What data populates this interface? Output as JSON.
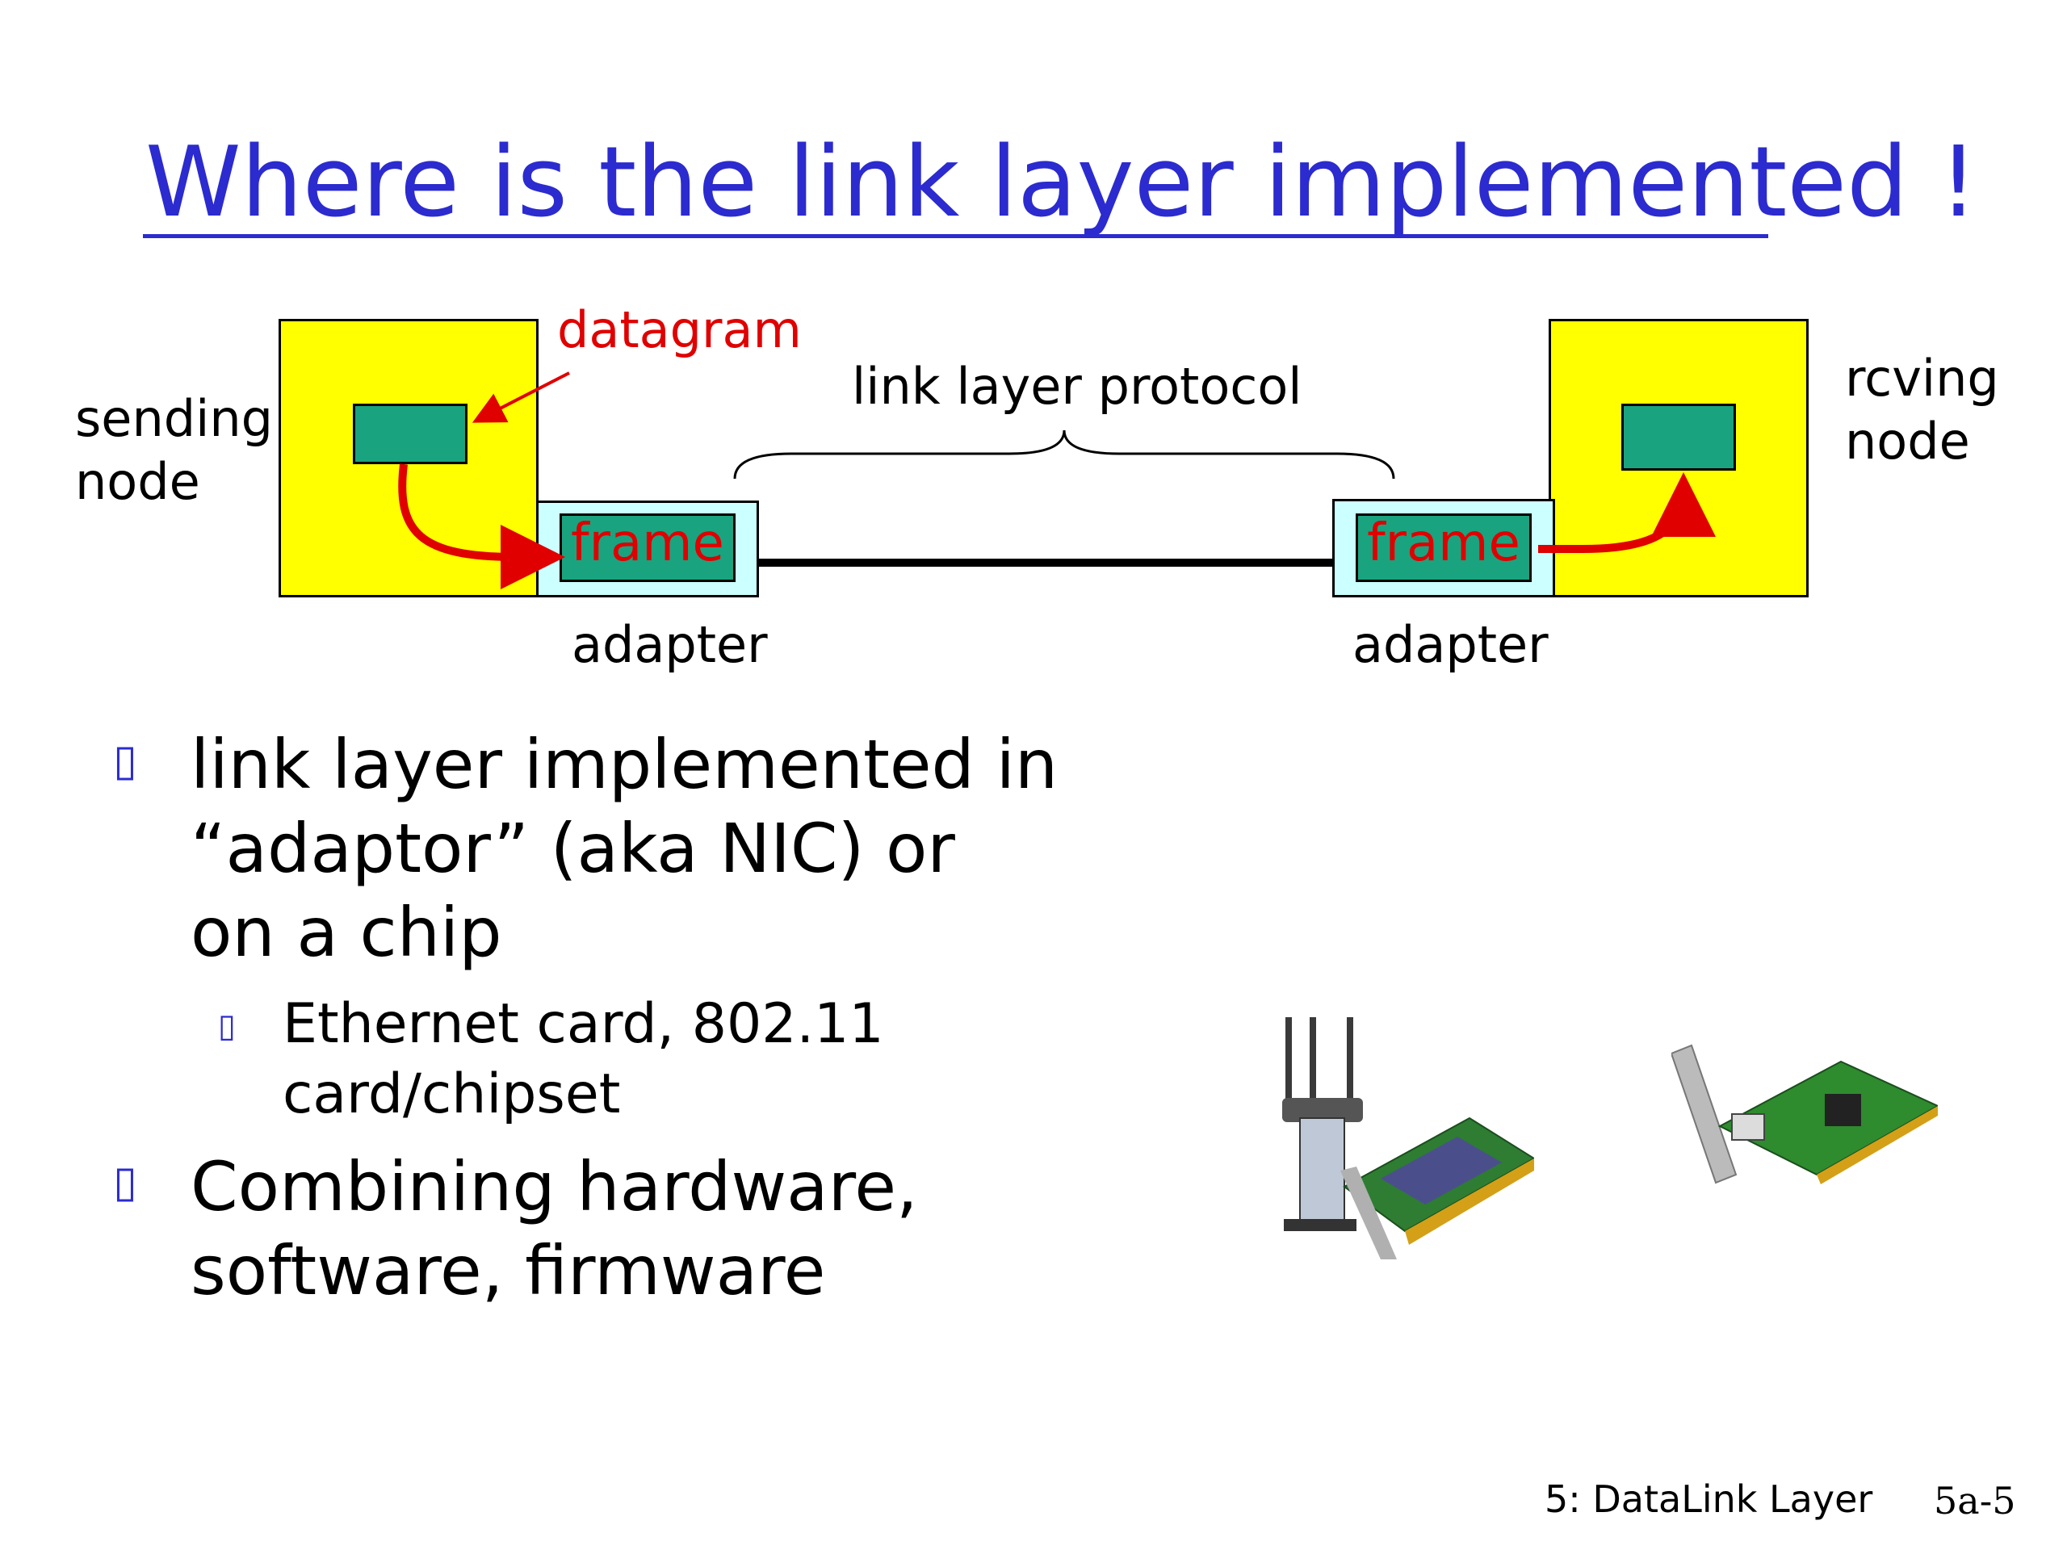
{
  "slide": {
    "title": "Where is the link layer implemented !",
    "diagram": {
      "sending_node_label_line1": "sending",
      "sending_node_label_line2": "node",
      "receiving_node_label_line1": "rcving",
      "receiving_node_label_line2": "node",
      "datagram_label": "datagram",
      "protocol_label": "link layer protocol",
      "frame_label_left": "frame",
      "frame_label_right": "frame",
      "adapter_label_left": "adapter",
      "adapter_label_right": "adapter"
    },
    "bullets": [
      {
        "lines": [
          "link layer implemented in",
          "“adaptor” (aka NIC) or",
          "on a chip"
        ],
        "sub": [
          {
            "lines": [
              "Ethernet card, 802.11",
              "card/chipset"
            ]
          }
        ]
      },
      {
        "lines": [
          "Combining hardware,",
          "software, firmware"
        ]
      }
    ],
    "bullet_glyph": "▯",
    "footer": {
      "chapter": "5: DataLink Layer",
      "page": "5a-5"
    },
    "colors": {
      "title": "#2b2bcf",
      "node_fill": "#ffff00",
      "adapter_fill": "#ccffff",
      "frame_fill": "#1aa37f",
      "accent_red": "#e00000"
    },
    "images": [
      "wireless-nic-card",
      "ethernet-nic-card"
    ]
  }
}
